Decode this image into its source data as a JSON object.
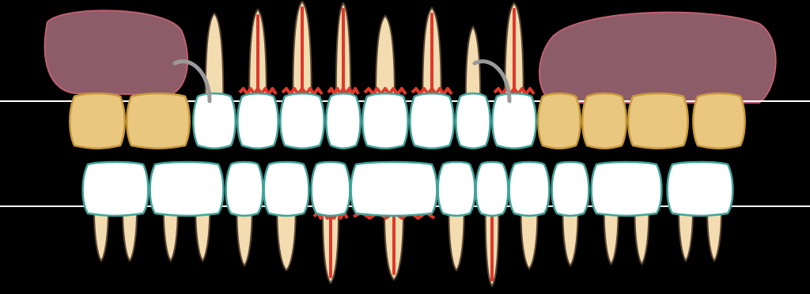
{
  "diagram": {
    "type": "dental-chart",
    "background": "#000000",
    "colors": {
      "crown_natural": "#ffffff",
      "crown_outline": "#3fa49a",
      "crown_prosthetic": "#e9c77e",
      "crown_prosthetic_outline": "#c99a3a",
      "root": "#f4dcb1",
      "root_outline": "#5a4632",
      "root_canal": "#e0382b",
      "periodontal_lesion": "#e0382b",
      "cyst_area": "#8c5c68",
      "cyst_outline": "#c06070",
      "clasp": "#9a9a9a",
      "occlusal_line": "#ffffff"
    },
    "upper_arch": [
      {
        "tooth": "upper-right-molar-3",
        "crown": "prosthetic",
        "root": "none"
      },
      {
        "tooth": "upper-right-molar-2",
        "crown": "prosthetic",
        "root": "none"
      },
      {
        "tooth": "upper-right-premolar-2",
        "crown": "natural",
        "root": "natural",
        "clasp": true
      },
      {
        "tooth": "upper-right-premolar-1",
        "crown": "natural",
        "root": "endo-treated",
        "lesion": true
      },
      {
        "tooth": "upper-right-canine",
        "crown": "natural",
        "root": "endo-treated",
        "lesion": true
      },
      {
        "tooth": "upper-right-lateral-incisor",
        "crown": "natural",
        "root": "endo-treated",
        "lesion": true
      },
      {
        "tooth": "upper-right-central-incisor",
        "crown": "natural",
        "root": "natural",
        "lesion": true
      },
      {
        "tooth": "upper-left-central-incisor",
        "crown": "natural",
        "root": "endo-treated",
        "lesion": true
      },
      {
        "tooth": "upper-left-lateral-incisor",
        "crown": "natural",
        "root": "natural"
      },
      {
        "tooth": "upper-left-canine",
        "crown": "natural",
        "root": "endo-treated",
        "clasp": true,
        "lesion": true
      },
      {
        "tooth": "upper-left-premolar-1",
        "crown": "prosthetic",
        "root": "none"
      },
      {
        "tooth": "upper-left-premolar-2",
        "crown": "prosthetic",
        "root": "none"
      },
      {
        "tooth": "upper-left-molar-1",
        "crown": "prosthetic",
        "root": "none"
      },
      {
        "tooth": "upper-left-molar-2",
        "crown": "prosthetic",
        "root": "none"
      }
    ],
    "lower_arch": [
      {
        "tooth": "lower-right-molar-2",
        "crown": "natural",
        "root": "natural"
      },
      {
        "tooth": "lower-right-molar-1",
        "crown": "natural",
        "root": "natural"
      },
      {
        "tooth": "lower-right-premolar-2",
        "crown": "natural",
        "root": "natural"
      },
      {
        "tooth": "lower-right-premolar-1",
        "crown": "natural",
        "root": "natural"
      },
      {
        "tooth": "lower-right-canine",
        "crown": "natural",
        "root": "endo-treated",
        "lesion": true
      },
      {
        "tooth": "lower-right-incisors",
        "crown": "natural",
        "root": "endo-treated",
        "lesion": true
      },
      {
        "tooth": "lower-left-incisors",
        "crown": "natural",
        "root": "natural"
      },
      {
        "tooth": "lower-left-canine",
        "crown": "natural",
        "root": "endo-treated"
      },
      {
        "tooth": "lower-left-premolar-1",
        "crown": "natural",
        "root": "natural"
      },
      {
        "tooth": "lower-left-premolar-2",
        "crown": "natural",
        "root": "natural"
      },
      {
        "tooth": "lower-left-molar-1",
        "crown": "natural",
        "root": "natural"
      },
      {
        "tooth": "lower-left-molar-2",
        "crown": "natural",
        "root": "natural"
      }
    ],
    "regions": [
      "cyst-upper-right",
      "cyst-upper-left"
    ]
  }
}
